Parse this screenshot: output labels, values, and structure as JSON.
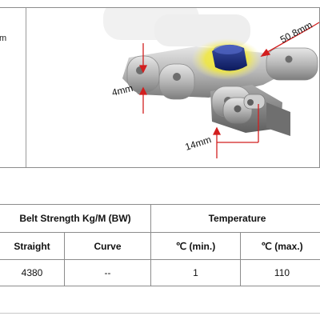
{
  "figure": {
    "clipped_left_text": "m",
    "dimension_pitch": "50.8mm",
    "dimension_height": "4mm",
    "dimension_width": "14mm"
  },
  "table": {
    "strength_header": "Belt Strength Kg/M (BW)",
    "temperature_header": "Temperature",
    "subheaders": [
      "Straight",
      "Curve",
      "℃ (min.)",
      "℃ (max.)"
    ],
    "values": [
      "4380",
      "--",
      "1",
      "110"
    ]
  }
}
